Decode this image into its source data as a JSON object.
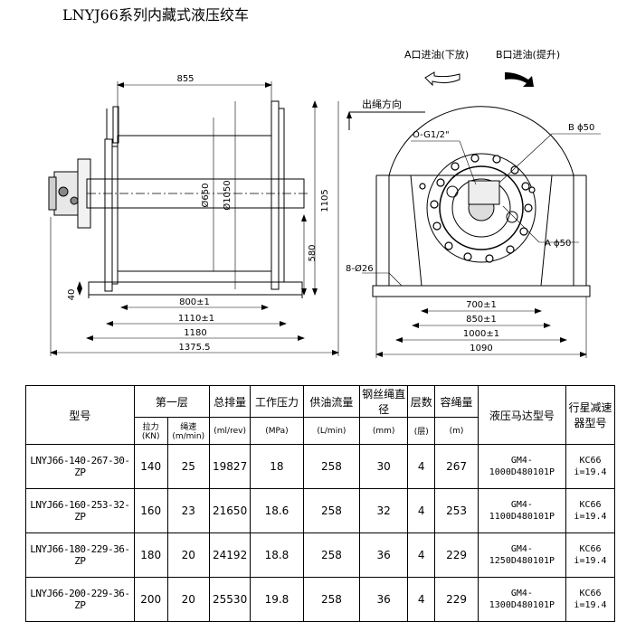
{
  "title": "LNYJ66系列内藏式液压绞车",
  "drawing": {
    "dims": {
      "d855": "855",
      "d1105": "1105",
      "d580": "580",
      "d40": "40",
      "d800": "800±1",
      "d1110": "1110±1",
      "d1180": "1180",
      "d1375": "1375.5",
      "d650": "Ø650",
      "d1050": "Ø1050",
      "d700": "700±1",
      "d850": "850±1",
      "d1000": "1000±1",
      "d1090": "1090",
      "bolt": "8-Ø26"
    },
    "labels": {
      "port_a_text": "A口进油(下放)",
      "port_b_text": "B口进油(提升)",
      "rope_dir": "出绳方向",
      "og": "O-G1/2\"",
      "b_port": "B ϕ50",
      "a_port": "A ϕ50"
    }
  },
  "table": {
    "headers": {
      "model": "型号",
      "first_layer": "第一层",
      "pull": "拉力(KN)",
      "speed": "绳速",
      "speed_unit": "(m/min)",
      "displacement": "总排量",
      "displacement_unit": "(ml/rev)",
      "pressure": "工作压力",
      "pressure_unit": "(MPa)",
      "flow": "供油流量",
      "flow_unit": "(L/min)",
      "rope": "钢丝绳直径",
      "rope_unit": "(mm)",
      "layers": "层数",
      "layers_unit": "(层)",
      "capacity": "容绳量",
      "capacity_unit": "(m)",
      "motor": "液压马达型号",
      "gearbox": "行星减速器型号"
    },
    "rows": [
      {
        "model": "LNYJ66-140-267-30-ZP",
        "pull": "140",
        "speed": "25",
        "displacement": "19827",
        "pressure": "18",
        "flow": "258",
        "rope": "30",
        "layers": "4",
        "capacity": "267",
        "motor1": "GM4-",
        "motor2": "1000D480101P",
        "gear1": "KC66",
        "gear2": "i=19.4"
      },
      {
        "model": "LNYJ66-160-253-32-ZP",
        "pull": "160",
        "speed": "23",
        "displacement": "21650",
        "pressure": "18.6",
        "flow": "258",
        "rope": "32",
        "layers": "4",
        "capacity": "253",
        "motor1": "GM4-",
        "motor2": "1100D480101P",
        "gear1": "KC66",
        "gear2": "i=19.4"
      },
      {
        "model": "LNYJ66-180-229-36-ZP",
        "pull": "180",
        "speed": "20",
        "displacement": "24192",
        "pressure": "18.8",
        "flow": "258",
        "rope": "36",
        "layers": "4",
        "capacity": "229",
        "motor1": "GM4-",
        "motor2": "1250D480101P",
        "gear1": "KC66",
        "gear2": "i=19.4"
      },
      {
        "model": "LNYJ66-200-229-36-ZP",
        "pull": "200",
        "speed": "20",
        "displacement": "25530",
        "pressure": "19.8",
        "flow": "258",
        "rope": "36",
        "layers": "4",
        "capacity": "229",
        "motor1": "GM4-",
        "motor2": "1300D480101P",
        "gear1": "KC66",
        "gear2": "i=19.4"
      }
    ]
  }
}
